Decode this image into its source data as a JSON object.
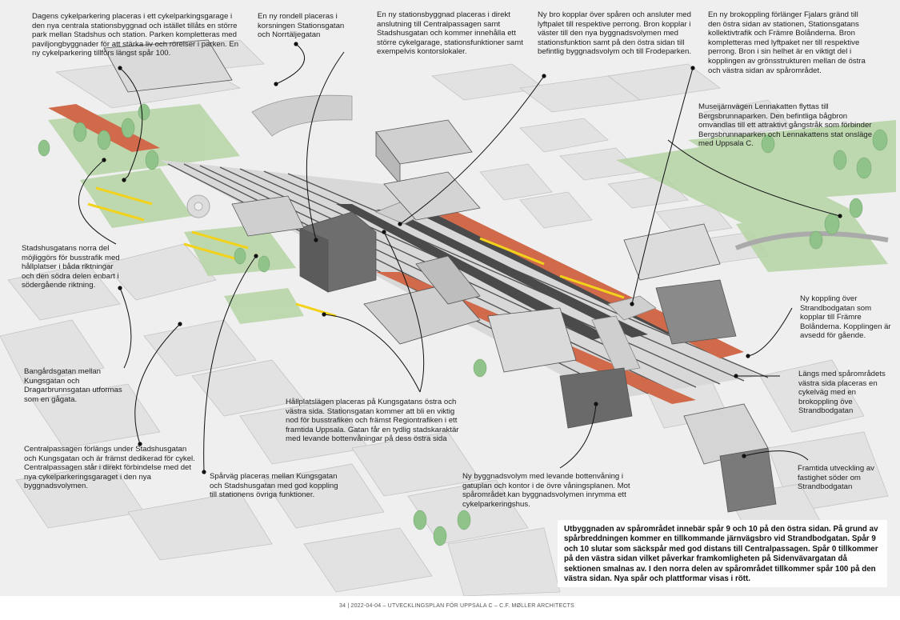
{
  "annotations": [
    {
      "id": "cykelparkering",
      "text": "Dagens cykelparkering placeras i ett cykelparkingsgarage i den nya centrala stationsbyggnad och istället tillåts en större park mellan Stadshus och station. Parken kompletteras med paviljongbyggnader för att stärka liv och rörelser i parken. En ny cykelparkering tillförs längst spår 100."
    },
    {
      "id": "rondell",
      "text": "En ny rondell placeras i korsningen Stationsgatan och Norrtäljegatan"
    },
    {
      "id": "stationsbyggnad",
      "text": "En ny stationsbyggnad placeras i direkt anslutning till Centralpassagen samt Stadshusgatan och kommer innehålla ett större cykelgarage, stationsfunktioner samt exempelvis kontorslokaler."
    },
    {
      "id": "ny-bro",
      "text": "Ny bro kopplar över spåren och ansluter med lyftpalet till respektive perrong. Bron kopplar i väster till den nya byggnadsvolymen med stationsfunktion samt på den östra sidan till befintlig byggnadsvolym och till Frodeparken."
    },
    {
      "id": "brokoppling",
      "text": "En ny brokoppling förlänger Fjalars gränd till den östra sidan av stationen, Stationsgatans kollektivtrafik och Främre Bolånderna. Bron kompletteras med lyftpaket ner till respektive perrong. Bron i sin helhet är en viktigt del i kopplingen av grönsstrukturen mellan de östra och västra sidan av spårområdet."
    },
    {
      "id": "museijarnvagen",
      "text": "Museijärnvägen Lennakatten flyttas till Bergsbrunnaparken. Den befintliga bågbron omvandlas till ett attraktivt gångstråk som förbinder Bergsbrunnaparken och Lennakattens stat onslägе med Uppsala C."
    },
    {
      "id": "stadshusgatan",
      "text": "Stadshusgatans norra del möjliggörs för busstrafik med hållplatser i båda riktningar och den södra delen enbart i södergående riktning."
    },
    {
      "id": "strandbodgatan-koppling",
      "text": "Ny koppling över Strandbodgatan som kopplar till Främre Bolånderna. Kopplingen är avsedd för gående."
    },
    {
      "id": "cykelvag",
      "text": "Längs med spårområdets västra sida placeras en cykelväg med en brokoppling öve Strandbodgatan"
    },
    {
      "id": "bangardsgatan",
      "text": "Bangårdsgatan mellan Kungsgatan och Dragarbrunnsgatan utformas som en gågata."
    },
    {
      "id": "hallplatslagen",
      "text": "Hållplatslägen placeras på Kungsgatans östra och västra sida. Stationsgatan kommer att bli en viktig nod för busstrafiken och främst Regiontrafiken i ett framtida Uppsala. Gatan får en tydlig stadskaraktär med levande bottenvåningar på dess östra sida"
    },
    {
      "id": "centralpassagen",
      "text": "Centralpassagen förlängs under Stadshusgatan och Kungsgatan och är främst dedikerad för cykel. Centralpassagen står i direkt förbindelse med det nya cykelparkeringsgaraget i den nya byggnadsvolymen."
    },
    {
      "id": "sparvag",
      "text": "Spårväg placeras mellan Kungsgatan och Stadshusgatan med god koppling till stationens övriga funktioner."
    },
    {
      "id": "byggnadsvolym",
      "text": "Ny byggnadsvolym med levande bottenvåning i gatuplan och kontor i de övre våningsplanen. Mot spårområdet kan byggnadsvolymen inrymma ett cykelparkeringshus."
    },
    {
      "id": "framtida",
      "text": "Framtida utveckling av fastighet söder om Strandbodgatan"
    }
  ],
  "summary": "Utbyggnaden av spårområdet innebär spår 9 och 10 på den östra sidan. På grund av spårbreddningen kommer en tillkommande järnvägsbro vid Strandbodgatan. Spår 9 och 10 slutar som säckspår med god distans till Centralpassagen. Spår 0 tillkommer på den västra sidan vilket påverkar framkomligheten på Sidenvävargatan då sektionen smalnas av. I den norra delen av spårområdet tillkommer spår 100 på den västra sidan. Nya spår och plattformar visas i rött.",
  "footer": "34 | 2022-04-04 – UTVECKLINGSPLAN FÖR UPPSALA C – C.F. MØLLER ARCHITECTS",
  "colors": {
    "new_tracks": "#d06a4a",
    "green": "#b5d3a4",
    "tree": "#8fc38a",
    "building": "#e4e4e4",
    "building_dark": "#6e6e6e",
    "platform": "#f2d21a"
  }
}
